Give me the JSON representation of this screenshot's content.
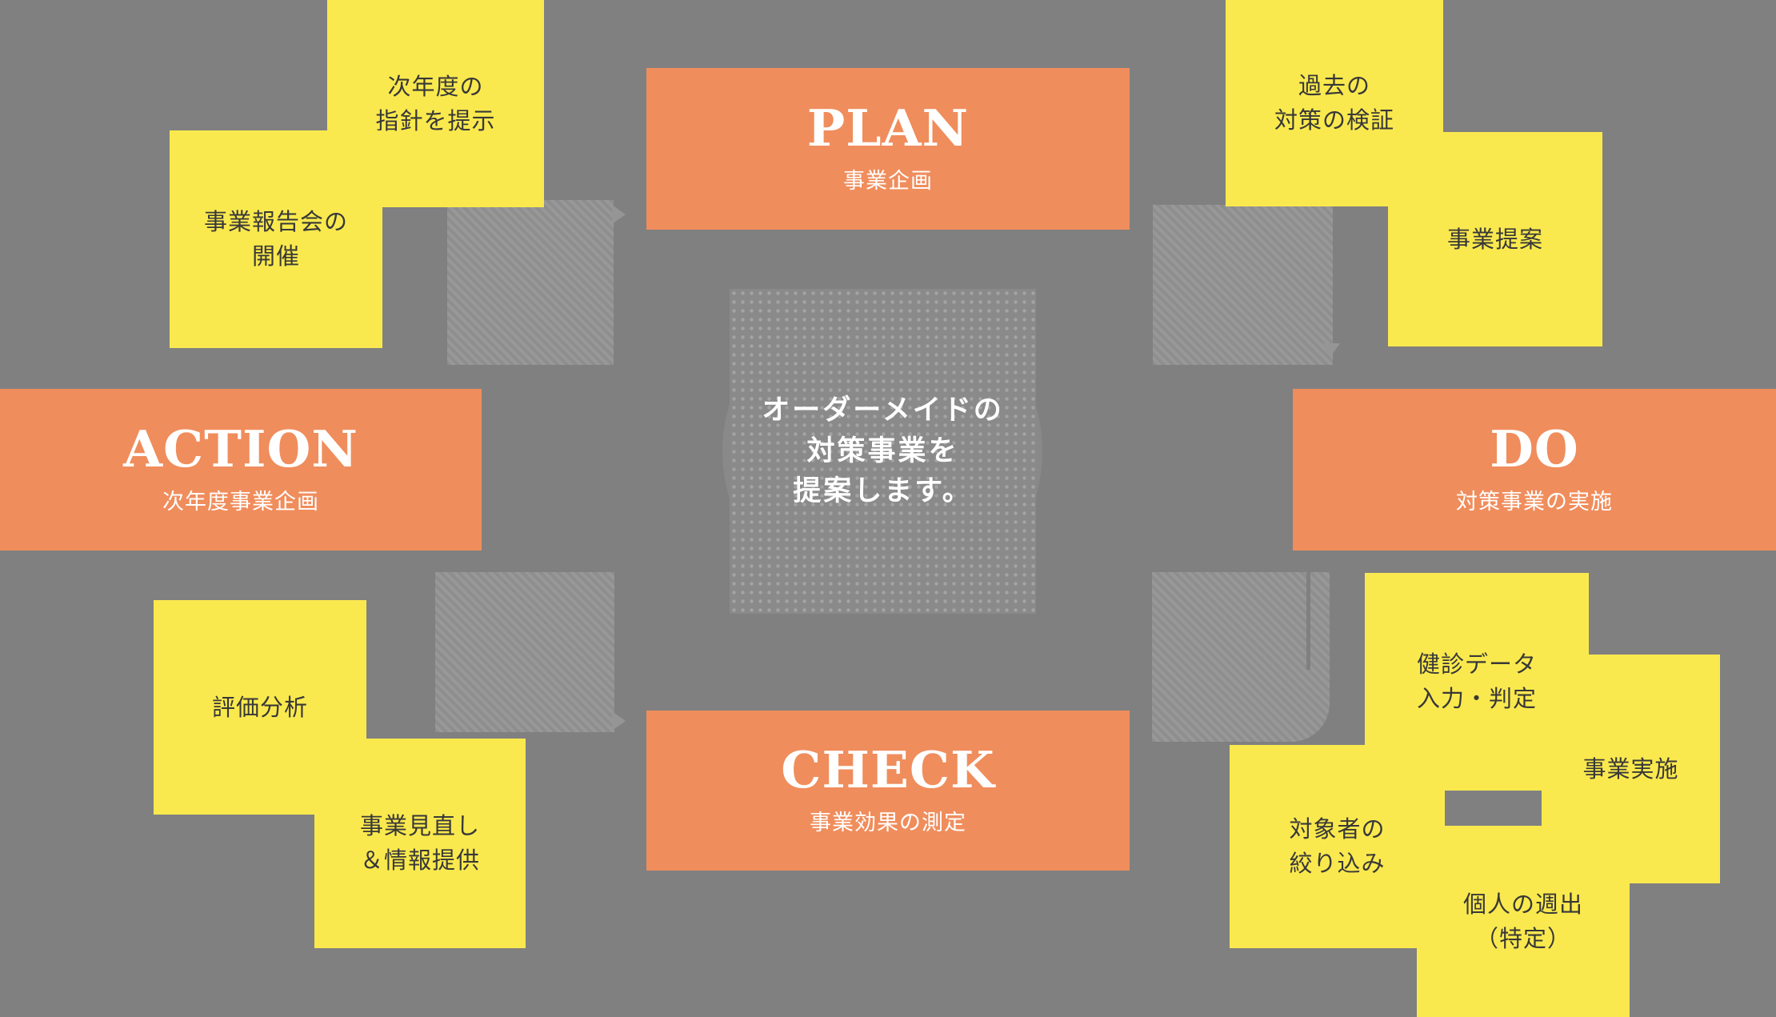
{
  "palette": {
    "background": "#808080",
    "orange": "#F08D5C",
    "yellow": "#FAE94E",
    "ink": "#383838",
    "white": "#FFFFFF",
    "stripe_light": "#989898",
    "dot": "#A3A3A3"
  },
  "center_message": {
    "line1": "オーダーメイドの",
    "line2": "対策事業を",
    "line3": "提案します。"
  },
  "cycle": {
    "plan": {
      "label": "PLAN",
      "sublabel": "事業企画"
    },
    "do": {
      "label": "DO",
      "sublabel": "対策事業の実施"
    },
    "check": {
      "label": "CHECK",
      "sublabel": "事業効果の測定"
    },
    "action": {
      "label": "ACTION",
      "sublabel": "次年度事業企画"
    }
  },
  "notes": {
    "next_year_policy": {
      "line1": "次年度の",
      "line2": "指針を提示"
    },
    "report_meeting": {
      "line1": "事業報告会の",
      "line2": "開催"
    },
    "past_verification": {
      "line1": "過去の",
      "line2": "対策の検証"
    },
    "proposal": {
      "line1": "事業提案",
      "line2": ""
    },
    "evaluation": {
      "line1": "評価分析",
      "line2": ""
    },
    "review_info": {
      "line1": "事業見直し",
      "line2": "＆情報提供"
    },
    "health_data": {
      "line1": "健診データ",
      "line2": "入力・判定"
    },
    "implementation": {
      "line1": "事業実施",
      "line2": ""
    },
    "target_narrowing": {
      "line1": "対象者の",
      "line2": "絞り込み"
    },
    "individual_id": {
      "line1": "個人の週出",
      "line2": "（特定）"
    }
  },
  "icons": {
    "cycle_arrow_tiles": [
      "striped-arrow-top-left",
      "striped-arrow-top-right",
      "striped-arrow-bottom-left",
      "striped-arrow-bottom-right"
    ]
  }
}
